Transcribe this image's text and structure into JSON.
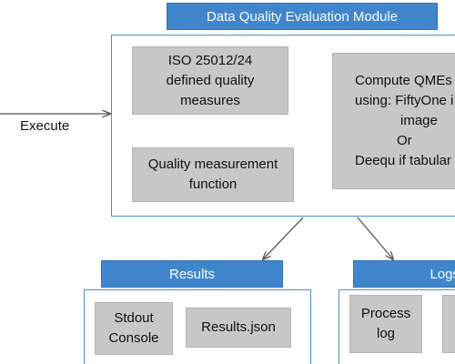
{
  "module": {
    "title": "Data Quality Evaluation Module",
    "iso_box": [
      "ISO 25012/24",
      "defined quality",
      "measures"
    ],
    "function_box": [
      "Quality measurement",
      "function"
    ],
    "compute_box": [
      "Compute QMEs",
      "using: FiftyOne i",
      "image",
      "Or",
      "Deequ if tabular"
    ]
  },
  "execute_label": "Execute",
  "results": {
    "title": "Results",
    "stdout_box": [
      "Stdout",
      "Console"
    ],
    "json_box": [
      "Results.json"
    ]
  },
  "logs": {
    "title": "Logs",
    "process_box": [
      "Process",
      "log"
    ]
  },
  "colors": {
    "header_blue": "#3f86cd",
    "frame_border": "#4a8fd0",
    "box_gray": "#c7c7c7",
    "arrow_gray": "#555555"
  }
}
